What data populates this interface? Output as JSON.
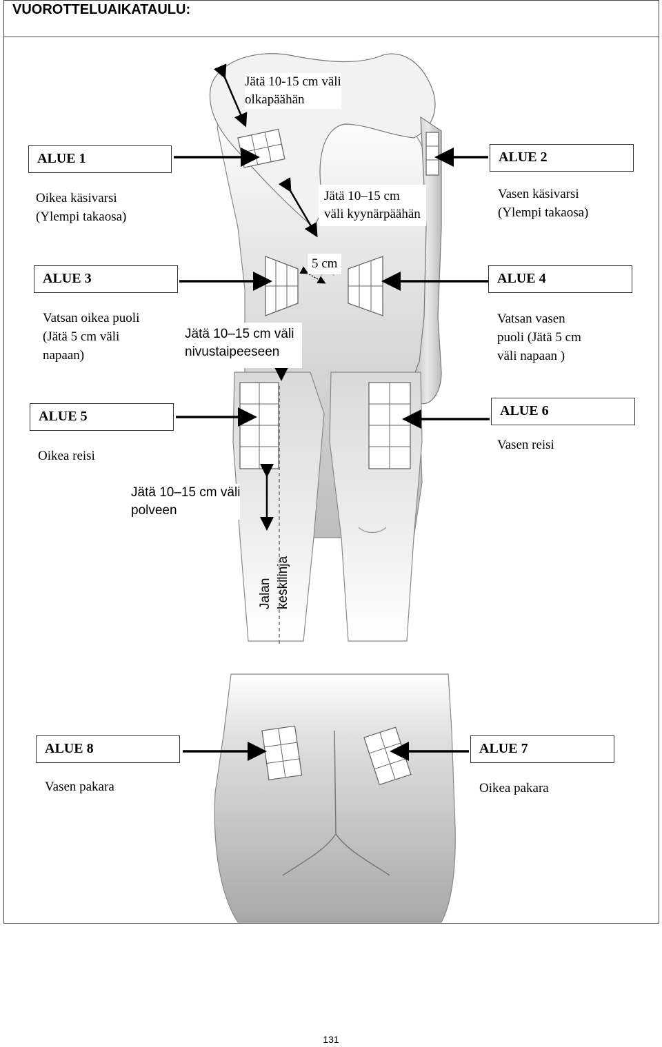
{
  "header": {
    "title": "VUOROTTELUAIKATAULU:"
  },
  "zones": {
    "z1": {
      "label": "ALUE 1",
      "desc1": "Oikea käsivarsi",
      "desc2": "(Ylempi takaosa)"
    },
    "z2": {
      "label": "ALUE 2",
      "desc1": "Vasen käsivarsi",
      "desc2": "(Ylempi takaosa)"
    },
    "z3": {
      "label": "ALUE 3",
      "desc1": "Vatsan oikea puoli",
      "desc2": "(Jätä 5 cm väli",
      "desc3": "napaan)"
    },
    "z4": {
      "label": "ALUE 4",
      "desc1": "Vatsan vasen",
      "desc2": "puoli (Jätä 5 cm",
      "desc3": "väli  napaan )"
    },
    "z5": {
      "label": "ALUE 5",
      "desc1": "Oikea reisi"
    },
    "z6": {
      "label": "ALUE 6",
      "desc1": "Vasen reisi"
    },
    "z7": {
      "label": "ALUE 7",
      "desc1": "Oikea pakara"
    },
    "z8": {
      "label": "ALUE 8",
      "desc1": "Vasen pakara"
    }
  },
  "notes": {
    "shoulder1": "Jätä 10-15 cm väli",
    "shoulder2": "olkapäähän",
    "elbow1": "Jätä 10–15 cm",
    "elbow2": "väli kyynärpäähän",
    "navel": "5 cm",
    "groin1": "Jätä 10–15 cm väli",
    "groin2": "nivustaipeeseen",
    "knee1": "Jätä 10–15 cm väli",
    "knee2": "polveen",
    "midline1": "Jalan",
    "midline2": "keskilinja"
  },
  "page": {
    "number": "131"
  }
}
